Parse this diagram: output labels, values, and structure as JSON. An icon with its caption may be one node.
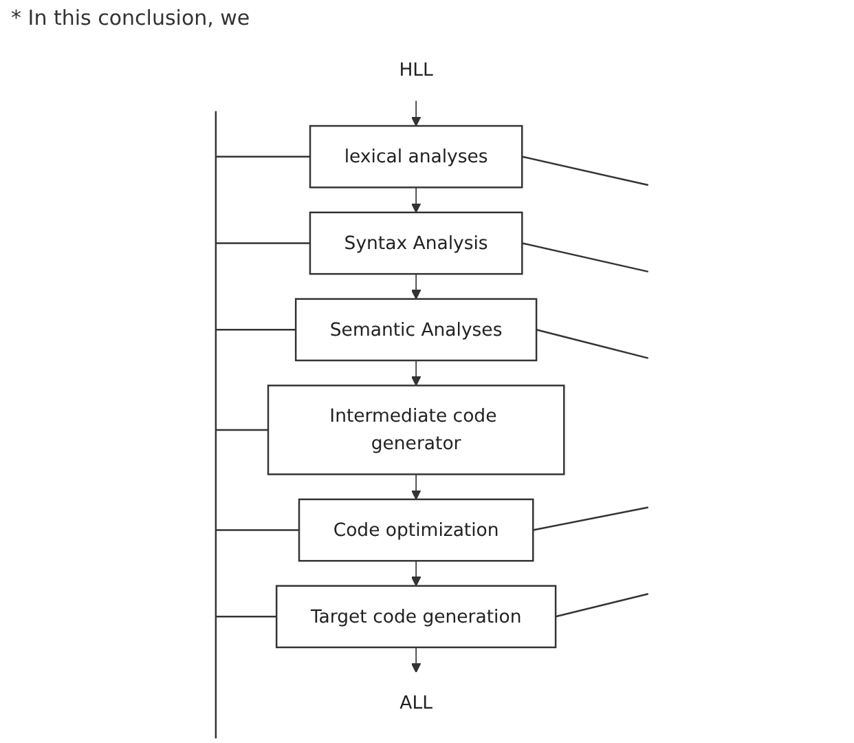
{
  "diagram": {
    "nodes": [
      {
        "text": [
          "HLL"
        ]
      },
      {
        "text": [
          "lexical analyses"
        ]
      },
      {
        "text": [
          "Syntax Analysis"
        ]
      },
      {
        "text": [
          "Semantic Analyses"
        ]
      },
      {
        "text": [
          "Intermediate code generator"
        ]
      },
      {
        "text": [
          "Code optimization"
        ]
      },
      {
        "text": [
          "Target code generation"
        ]
      },
      {
        "text": [
          "ALL"
        ]
      }
    ],
    "edges": [
      {
        "from": 0,
        "to": 1,
        "arrow": "to"
      },
      {
        "from": 1,
        "to": 2,
        "arrow": "to"
      },
      {
        "from": 2,
        "to": 3,
        "arrow": "to"
      },
      {
        "from": 3,
        "to": 4,
        "arrow": "to"
      },
      {
        "from": 4,
        "to": 5,
        "arrow": "to"
      },
      {
        "from": 5,
        "to": 6,
        "arrow": "to"
      },
      {
        "from": 6,
        "to": 7,
        "arrow": "to"
      },
      {
        "from": 1,
        "to": null,
        "arrow": "none"
      },
      {
        "from": 2,
        "to": null,
        "arrow": "none"
      },
      {
        "from": 3,
        "to": null,
        "arrow": "none"
      },
      {
        "from": 4,
        "to": null,
        "arrow": "none"
      },
      {
        "from": 5,
        "to": null,
        "arrow": "none"
      },
      {
        "from": 6,
        "to": null,
        "arrow": "none"
      },
      {
        "from": 1,
        "to": null,
        "arrow": "none"
      },
      {
        "from": 2,
        "to": null,
        "arrow": "none"
      },
      {
        "from": 3,
        "to": null,
        "arrow": "none"
      },
      {
        "from": 5,
        "to": null,
        "arrow": "none"
      },
      {
        "from": 6,
        "to": null,
        "arrow": "none"
      }
    ],
    "labels": [
      "* In this conclusion, we"
    ]
  }
}
